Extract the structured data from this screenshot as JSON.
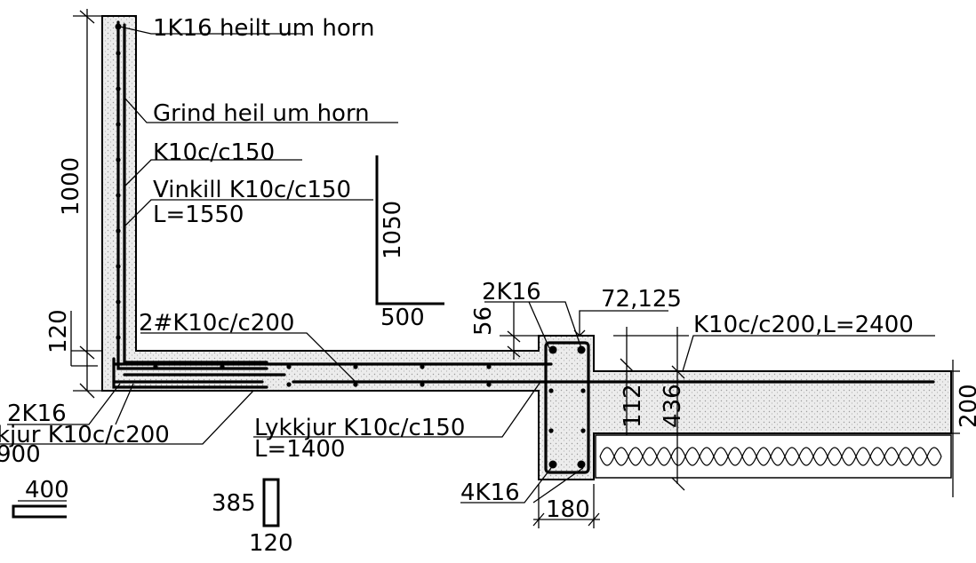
{
  "labels": {
    "top_bar": "1K16 heilt um horn",
    "grid": "Grind heil um horn",
    "k10_wall": "K10c/c150",
    "angle_bar": "Vinkill K10c/c150",
    "angle_len": "L=1550",
    "slab_bars": "2#K10c/c200",
    "edge_bars": "2K16",
    "loop_left": "kjur K10c/c200",
    "loop_left_len": "900",
    "loop_beam": "Lykkjur K10c/c150",
    "loop_beam_len": "L=1400",
    "beam_top_bars": "2K16",
    "beam_cover": "72,125",
    "slab_bar_right": "K10c/c200,L=2400",
    "beam_bottom_bars": "4K16"
  },
  "dimensions": {
    "wall_height": "1000",
    "slab_thickness": "120",
    "angle_leg_v": "1050",
    "angle_leg_h": "500",
    "step_56": "56",
    "d112": "112",
    "d436": "436",
    "d200": "200",
    "d180": "180",
    "loop_width": "400",
    "stirrup_height": "385",
    "stirrup_width": "120"
  }
}
